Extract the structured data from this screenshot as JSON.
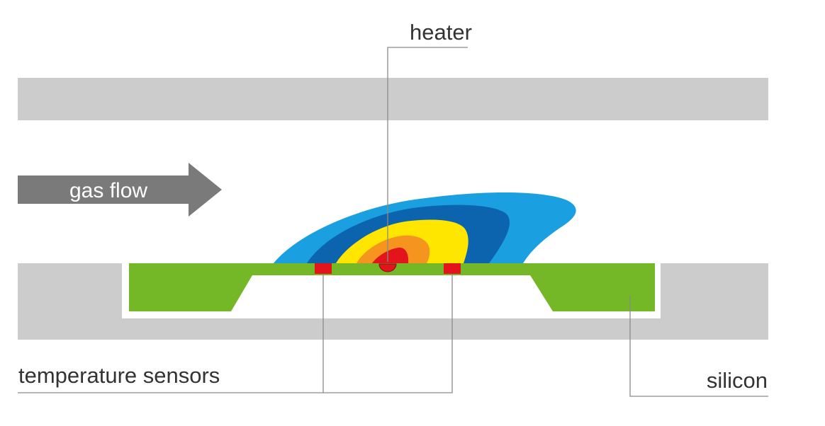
{
  "labels": {
    "heater": "heater",
    "gas_flow": "gas flow",
    "temperature_sensors": "temperature sensors",
    "silicon": "silicon"
  },
  "colors": {
    "channel_wall": "#cccccc",
    "silicon": "#75b827",
    "sensor": "#e3141b",
    "arrow": "#7a7a7a",
    "heat_zone_outer": "#1a9fe0",
    "heat_zone_2": "#0b64ad",
    "heat_zone_3": "#ffe600",
    "heat_zone_4": "#f5941e",
    "heat_zone_core": "#e3141b",
    "leader_line": "#8a8a8a",
    "text": "#333333"
  }
}
